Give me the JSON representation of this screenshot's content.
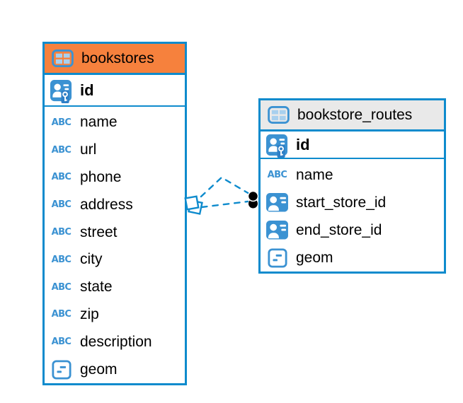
{
  "colors": {
    "accent_blue": "#0E8BCD",
    "icon_blue": "#3B92D2",
    "header_orange": "#F6813D",
    "header_gray": "#E9E9E9",
    "relationship_line": "#0E8BCD",
    "background": "#FFFFFF",
    "text": "#000000"
  },
  "icons": {
    "text_type_label": "ABC",
    "table_icon": "table-icon",
    "primary_key_icon": "user-key-icon",
    "reference_icon": "user-card-icon",
    "geometry_icon": "geometry-icon"
  },
  "tables": [
    {
      "name": "bookstores",
      "header_style": "orange",
      "primary_key": {
        "label": "id",
        "icon": "primary-key-icon"
      },
      "columns": [
        {
          "label": "name",
          "icon": "text-type-icon"
        },
        {
          "label": "url",
          "icon": "text-type-icon"
        },
        {
          "label": "phone",
          "icon": "text-type-icon"
        },
        {
          "label": "address",
          "icon": "text-type-icon"
        },
        {
          "label": "street",
          "icon": "text-type-icon"
        },
        {
          "label": "city",
          "icon": "text-type-icon"
        },
        {
          "label": "state",
          "icon": "text-type-icon"
        },
        {
          "label": "zip",
          "icon": "text-type-icon"
        },
        {
          "label": "description",
          "icon": "text-type-icon"
        },
        {
          "label": "geom",
          "icon": "geometry-type-icon"
        }
      ]
    },
    {
      "name": "bookstore_routes",
      "header_style": "gray",
      "primary_key": {
        "label": "id",
        "icon": "primary-key-icon"
      },
      "columns": [
        {
          "label": "name",
          "icon": "text-type-icon"
        },
        {
          "label": "start_store_id",
          "icon": "user-reference-icon"
        },
        {
          "label": "end_store_id",
          "icon": "user-reference-icon"
        },
        {
          "label": "geom",
          "icon": "geometry-type-icon"
        }
      ]
    }
  ],
  "relationships": {
    "count": 2,
    "style": "dashed",
    "color": "#0E8BCD",
    "between": [
      "bookstores",
      "bookstore_routes"
    ],
    "bookstores_end_marker": "double-diamond",
    "bookstore_routes_end_marker": "double-dot"
  }
}
